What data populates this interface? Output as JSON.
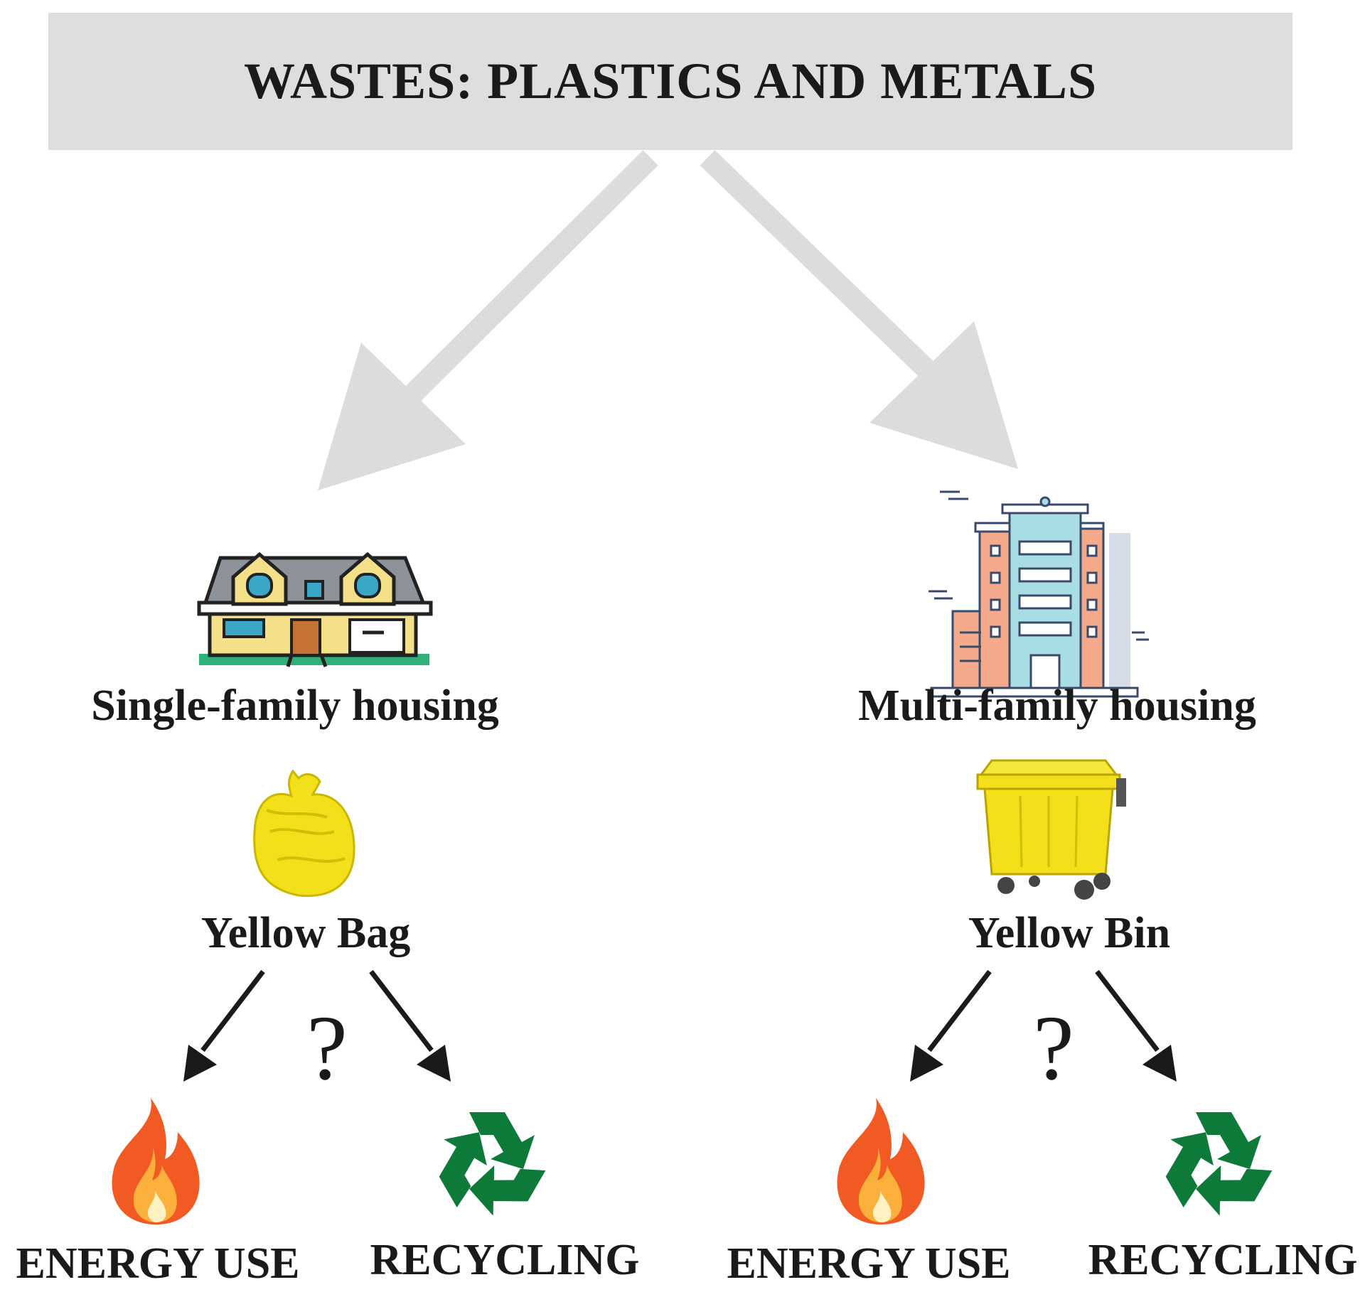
{
  "title": "WASTES: PLASTICS AND METALS",
  "branches": [
    {
      "housing": "Single-family housing",
      "housing_icon": "house-icon",
      "container": "Yellow Bag",
      "container_icon": "yellow-bag-icon",
      "question": "?",
      "outcomes": [
        {
          "label": "ENERGY USE",
          "icon": "fire-icon"
        },
        {
          "label": "RECYCLING",
          "icon": "recycle-icon"
        }
      ]
    },
    {
      "housing": "Multi-family housing",
      "housing_icon": "apartment-building-icon",
      "container": "Yellow Bin",
      "container_icon": "yellow-bin-icon",
      "question": "?",
      "outcomes": [
        {
          "label": "ENERGY USE",
          "icon": "fire-icon"
        },
        {
          "label": "RECYCLING",
          "icon": "recycle-icon"
        }
      ]
    }
  ],
  "colors": {
    "title_box": "#dedede",
    "big_arrow": "#dcdcdc",
    "small_arrow": "#1a1a1a",
    "yellow": "#f3df1a",
    "recycle_green": "#0d7a3a",
    "fire_orange": "#f26b21"
  }
}
